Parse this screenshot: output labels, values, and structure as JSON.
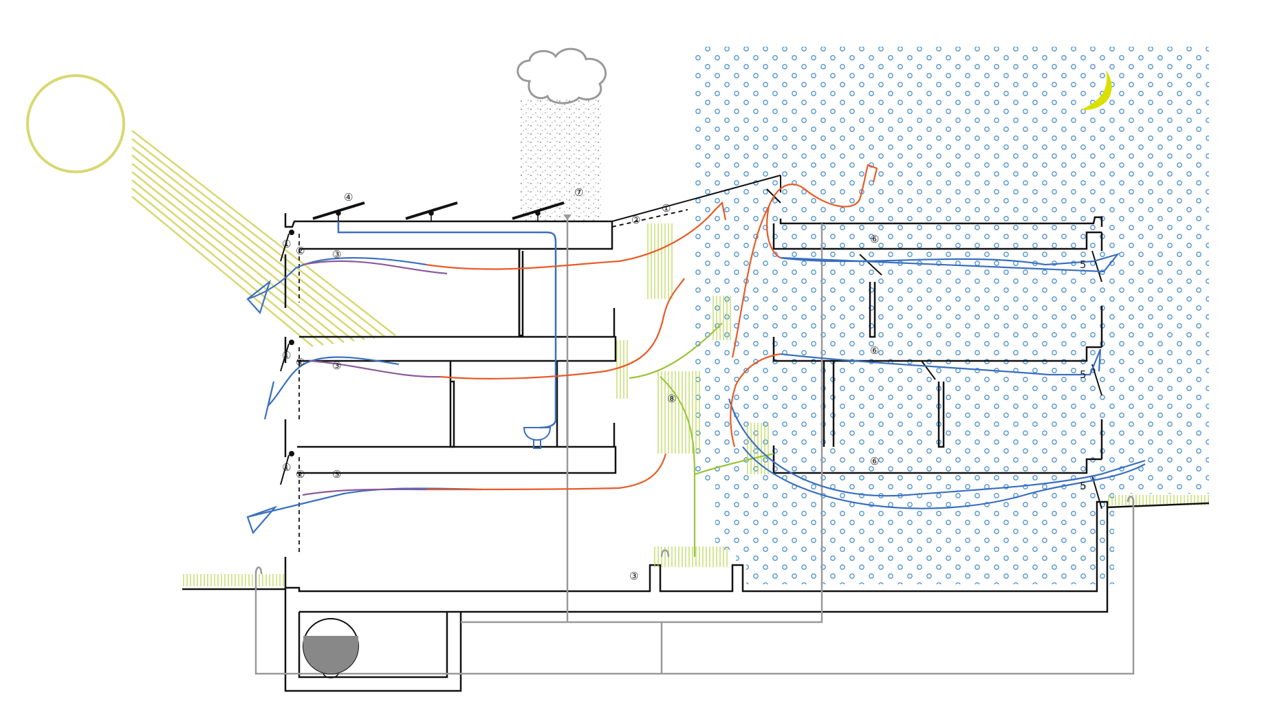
{
  "diagram": {
    "description_labels": {
      "one": "①",
      "two": "②",
      "three": "③",
      "four": "④",
      "five": "5",
      "six": "⑥",
      "seven": "⑦",
      "eight": "⑧"
    },
    "colors": {
      "sun": "#d8d870",
      "moon": "#d9e000",
      "night_dots": "#4a90d0",
      "cool_air": "#3a6fc0",
      "warm_air": "#e85a25",
      "mixed_air": "#8a5a9a",
      "greenery": "#b8d44a",
      "water_pipe": "#3a6fc0",
      "drain_pipe": "#999999",
      "structure": "#111111",
      "rain": "#888888",
      "tank_water": "#888888"
    },
    "icons": [
      "sun-icon",
      "moon-icon",
      "cloud-icon",
      "rain-icon",
      "solar-panel-icon",
      "washbasin-icon",
      "water-tank-icon"
    ]
  }
}
